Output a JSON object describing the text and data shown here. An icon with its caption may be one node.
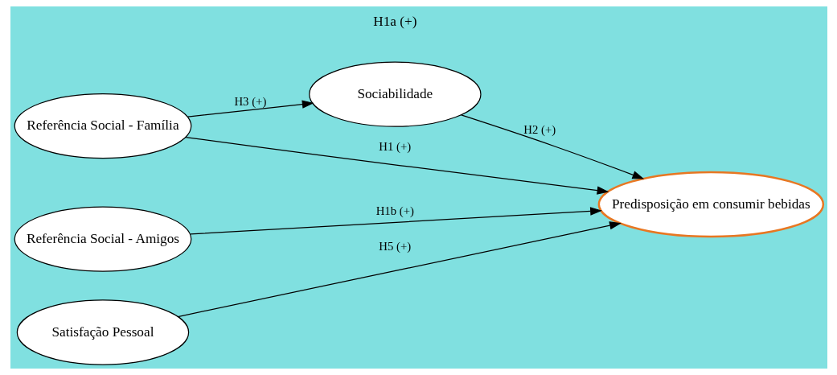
{
  "diagram": {
    "nodes": [
      {
        "text": [
          "Referência Social - Família"
        ]
      },
      {
        "text": [
          "Sociabilidade"
        ]
      },
      {
        "text": [
          "Referência Social - Amigos"
        ]
      },
      {
        "text": [
          "Satisfação Pessoal"
        ]
      },
      {
        "text": [
          "Predisposição em consumir bebidas"
        ]
      }
    ],
    "edges": [
      {
        "from": 0,
        "to": 4,
        "arrow": "to",
        "label": "H1 (+)"
      },
      {
        "from": 0,
        "to": 1,
        "arrow": "to",
        "label": "H3 (+)"
      },
      {
        "from": 1,
        "to": 4,
        "arrow": "to",
        "label": "H2 (+)"
      },
      {
        "from": 2,
        "to": 4,
        "arrow": "to",
        "label": "H1b (+)"
      },
      {
        "from": 3,
        "to": 4,
        "arrow": "to",
        "label": "H5 (+)"
      }
    ],
    "labels": [
      "H1a (+)"
    ]
  }
}
